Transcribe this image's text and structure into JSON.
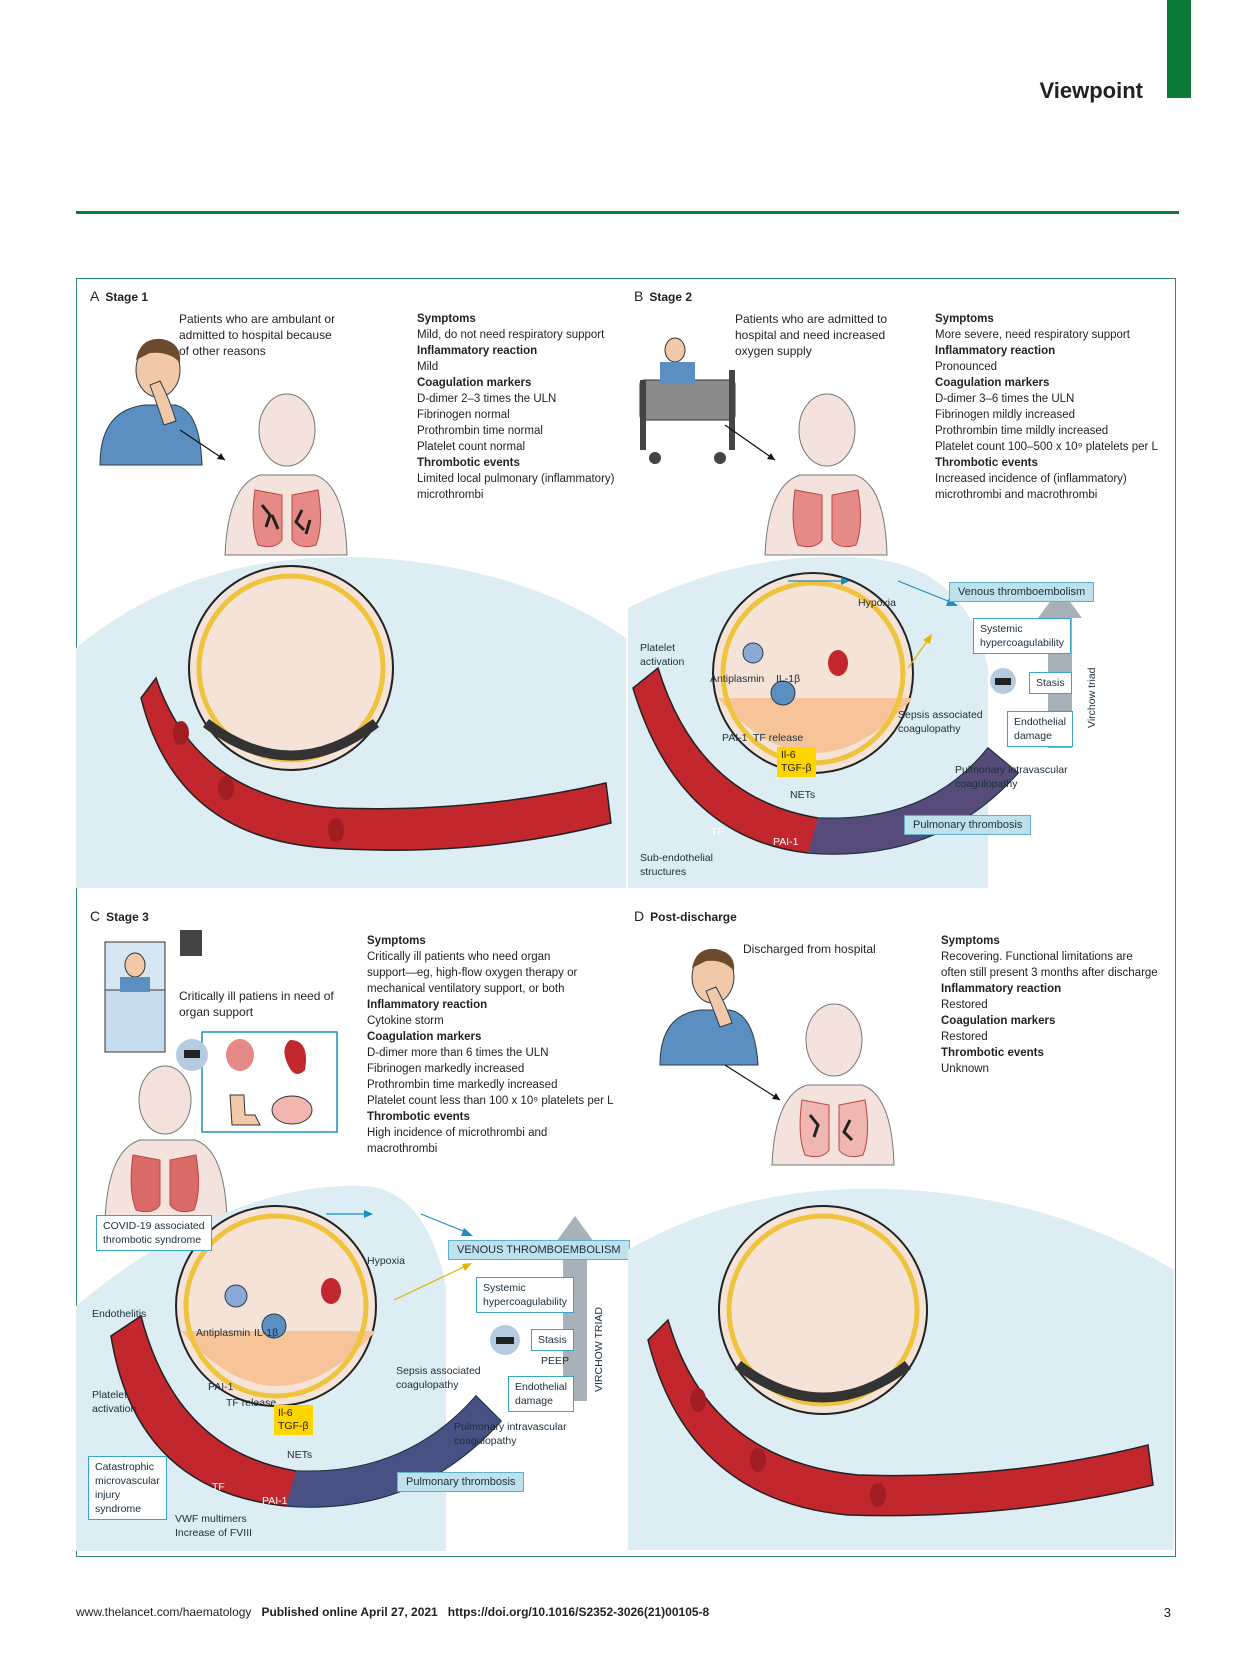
{
  "header": {
    "section_title": "Viewpoint"
  },
  "panel_a": {
    "letter": "A",
    "stage": "Stage 1",
    "description": [
      "Patients who are ambulant or",
      "admitted to hospital because",
      "of other reasons"
    ],
    "info": [
      {
        "heading": "Symptoms",
        "lines": [
          "Mild, do not need respiratory support"
        ]
      },
      {
        "heading": "Inflammatory reaction",
        "lines": [
          "Mild"
        ]
      },
      {
        "heading": "Coagulation markers",
        "lines": [
          "D-dimer 2–3 times the ULN",
          "Fibrinogen normal",
          "Prothrombin time normal",
          "Platelet count normal"
        ]
      },
      {
        "heading": "Thrombotic events",
        "lines": [
          "Limited local pulmonary (inflammatory)",
          "microthrombi"
        ]
      }
    ]
  },
  "panel_b": {
    "letter": "B",
    "stage": "Stage 2",
    "description": [
      "Patients who are admitted to",
      "hospital and need increased",
      "oxygen supply"
    ],
    "info": [
      {
        "heading": "Symptoms",
        "lines": [
          "More severe, need respiratory support"
        ]
      },
      {
        "heading": "Inflammatory reaction",
        "lines": [
          "Pronounced"
        ]
      },
      {
        "heading": "Coagulation markers",
        "lines": [
          "D-dimer 3–6 times the ULN",
          "Fibrinogen mildly increased",
          "Prothrombin time mildly increased",
          "Platelet count 100–500 x 10⁹ platelets per L"
        ]
      },
      {
        "heading": "Thrombotic events",
        "lines": [
          "Increased incidence of (inflammatory)",
          "microthrombi and macrothrombi"
        ]
      }
    ],
    "diagram": {
      "vte": "Venous thromboembolism",
      "hypoxia": "Hypoxia",
      "systemic": [
        "Systemic",
        "hypercoagulability"
      ],
      "stasis": "Stasis",
      "endothelial": [
        "Endothelial",
        "damage"
      ],
      "virchow": "Virchow triad",
      "platelet_activation": [
        "Platelet",
        "activation"
      ],
      "antiplasmin": "Antiplasmin",
      "il1b": "IL-1β",
      "pai1_top": "PAI-1",
      "tf_release": "TF release",
      "il6": "Il-6",
      "tgfb": "TGF-β",
      "nets": "NETs",
      "tf": "TF",
      "pai1_bottom": "PAI-1",
      "sepsis": [
        "Sepsis associated",
        "coagulopathy"
      ],
      "pulm_intravasc": [
        "Pulmonary intravascular",
        "coagulopathy"
      ],
      "pulm_thrombosis": "Pulmonary thrombosis",
      "sub_endothelial": [
        "Sub-endothelial",
        "structures"
      ]
    }
  },
  "panel_c": {
    "letter": "C",
    "stage": "Stage 3",
    "description": [
      "Critically ill patiens in need of",
      "organ support"
    ],
    "info": [
      {
        "heading": "Symptoms",
        "lines": [
          "Critically ill patients who need organ",
          "support—eg, high-flow oxygen therapy or",
          "mechanical ventilatory support, or both"
        ]
      },
      {
        "heading": "Inflammatory reaction",
        "lines": [
          "Cytokine storm"
        ]
      },
      {
        "heading": "Coagulation markers",
        "lines": [
          "D-dimer more than 6 times the ULN",
          "Fibrinogen markedly increased",
          "Prothrombin time markedly increased",
          "Platelet count less than 100 x 10⁹ platelets per L"
        ]
      },
      {
        "heading": "Thrombotic events",
        "lines": [
          "High incidence of microthrombi and",
          "macrothrombi"
        ]
      }
    ],
    "diagram": {
      "covid_cts": [
        "COVID-19 associated",
        "thrombotic syndrome"
      ],
      "vte": "VENOUS THROMBOEMBOLISM",
      "hypoxia": "Hypoxia",
      "systemic": [
        "Systemic",
        "hypercoagulability"
      ],
      "stasis": "Stasis",
      "peep": "PEEP",
      "endothelial": [
        "Endothelial",
        "damage"
      ],
      "virchow": "VIRCHOW TRIAD",
      "endothelitis": "Endothelitis",
      "platelet_activation": [
        "Platelet",
        "activation"
      ],
      "antiplasmin": "Antiplasmin",
      "il1b": "IL-1β",
      "pai1_top": "PAI-1",
      "tf_release": "TF release",
      "il6": "Il-6",
      "tgfb": "TGF-β",
      "nets": "NETs",
      "tf": "TF",
      "pai1_bottom": "PAI-1",
      "sepsis": [
        "Sepsis associated",
        "coagulopathy"
      ],
      "pulm_intravasc": [
        "Pulmonary intravascular",
        "coagulopathy"
      ],
      "pulm_thrombosis": "Pulmonary thrombosis",
      "cmis": [
        "Catastrophic",
        "microvascular",
        "injury",
        "syndrome"
      ],
      "vwf": [
        "VWF multimers",
        "Increase of FVIII"
      ]
    }
  },
  "panel_d": {
    "letter": "D",
    "stage": "Post-discharge",
    "description": [
      "Discharged from hospital"
    ],
    "info": [
      {
        "heading": "Symptoms",
        "lines": [
          "Recovering. Functional limitations are",
          "often still present 3 months after discharge"
        ]
      },
      {
        "heading": "Inflammatory reaction",
        "lines": [
          "Restored"
        ]
      },
      {
        "heading": "Coagulation markers",
        "lines": [
          "Restored"
        ]
      },
      {
        "heading": "Thrombotic events",
        "lines": [
          "Unknown"
        ]
      }
    ]
  },
  "footer": {
    "url": "www.thelancet.com/haematology",
    "published": "Published online April 27, 2021",
    "doi": "https://doi.org/10.1016/S2352-3026(21)00105-8",
    "page": "3"
  },
  "colors": {
    "brand_green": "#0e7a3a",
    "frame": "#2e8b6e",
    "bg_blue": "#dcedf4",
    "vessel_red": "#c1272d",
    "alveolus": "#f6e3d8"
  }
}
